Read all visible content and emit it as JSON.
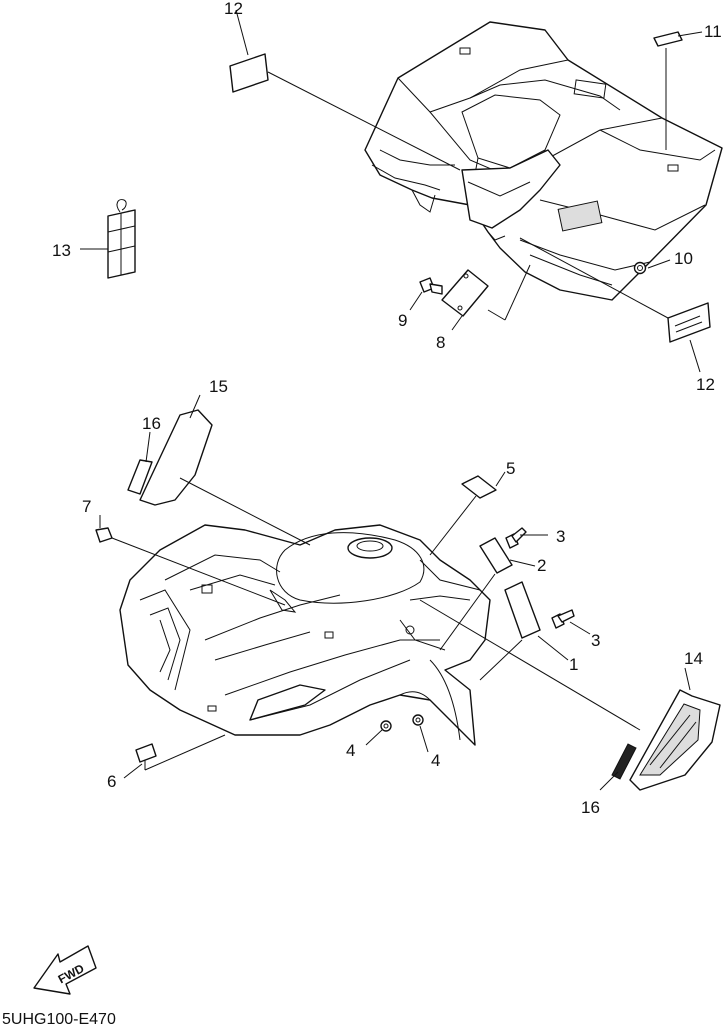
{
  "callouts": {
    "c1": "1",
    "c2": "2",
    "c3a": "3",
    "c3b": "3",
    "c4a": "4",
    "c4b": "4",
    "c5": "5",
    "c6": "6",
    "c7": "7",
    "c8": "8",
    "c9": "9",
    "c10": "10",
    "c11": "11",
    "c12a": "12",
    "c12b": "12",
    "c13": "13",
    "c14": "14",
    "c15": "15",
    "c16a": "16",
    "c16b": "16"
  },
  "fwd_arrow_text": "FWD",
  "diagram_code": "5UHG100-E470"
}
